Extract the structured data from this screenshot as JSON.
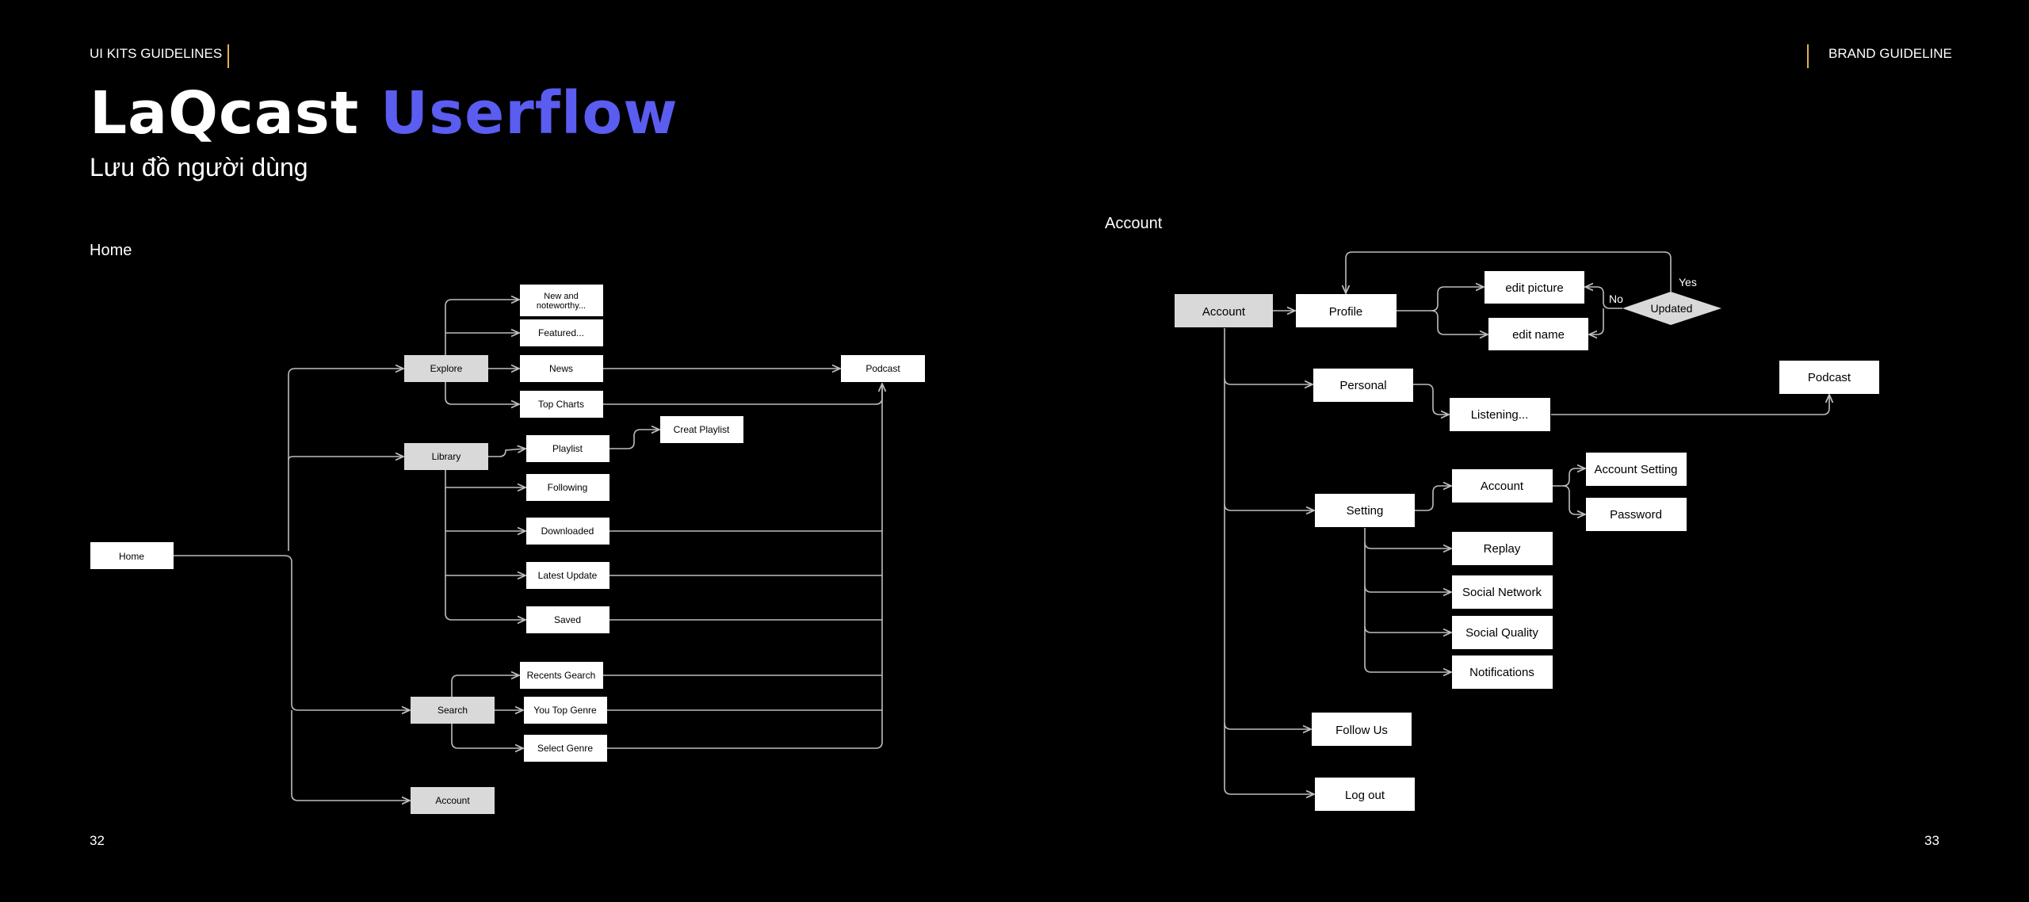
{
  "header": {
    "left_label": "UI KITS GUIDELINES",
    "right_label": "BRAND GUIDELINE",
    "accent_color": "#e0b04a"
  },
  "title": {
    "main": "LaQcast",
    "accent": "Userflow",
    "accent_color": "#5b5cf0"
  },
  "subtitle": "Lưu đồ người dùng",
  "sections": {
    "home": "Home",
    "account": "Account"
  },
  "page_numbers": {
    "left": "32",
    "right": "33"
  },
  "colors": {
    "node_white": "#ffffff",
    "node_grey": "#d9d9d9",
    "edge": "#bdbdbd",
    "background": "#000000"
  },
  "flow_left": {
    "nodes": {
      "home": "Home",
      "explore": "Explore",
      "library": "Library",
      "search": "Search",
      "account": "Account",
      "new_noteworthy_1": "New and",
      "new_noteworthy_2": "noteworthy...",
      "featured": "Featured...",
      "news": "News",
      "top_charts": "Top Charts",
      "podcast": "Podcast",
      "playlist": "Playlist",
      "creat_playlist": "Creat Playlist",
      "following": "Following",
      "downloaded": "Downloaded",
      "latest_update": "Latest Update",
      "saved": "Saved",
      "recents_gearch": "Recents Gearch",
      "you_top_genre": "You Top Genre",
      "select_genre": "Select Genre"
    }
  },
  "flow_right": {
    "nodes": {
      "account": "Account",
      "profile": "Profile",
      "edit_picture": "edit picture",
      "edit_name": "edit name",
      "updated": "Updated",
      "personal": "Personal",
      "listening": "Listening...",
      "podcast": "Podcast",
      "setting": "Setting",
      "account_sub": "Account",
      "account_setting": "Account Setting",
      "password": "Password",
      "replay": "Replay",
      "social_network": "Social Network",
      "social_quality": "Social Quality",
      "notifications": "Notifications",
      "follow_us": "Follow Us",
      "log_out": "Log out"
    },
    "edge_labels": {
      "yes": "Yes",
      "no": "No"
    }
  }
}
